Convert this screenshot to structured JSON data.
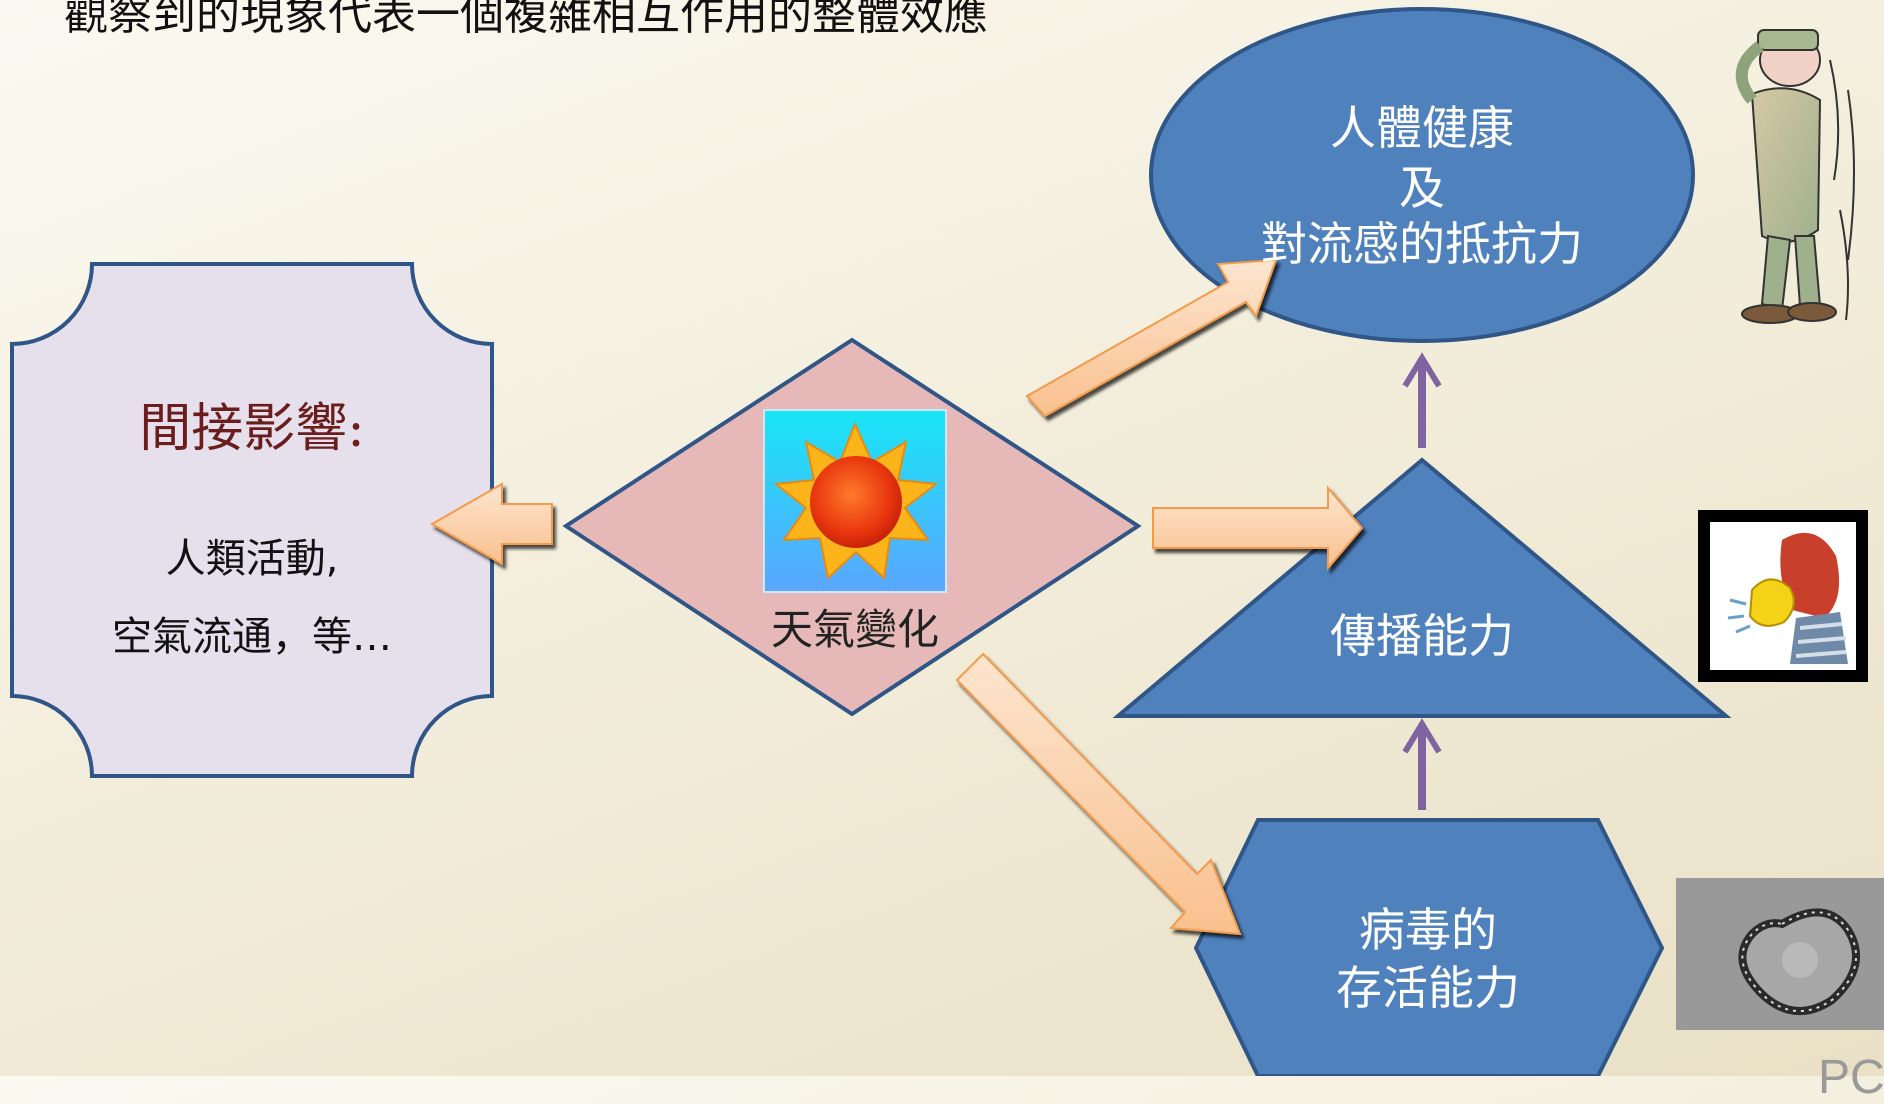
{
  "slide": {
    "top_text": "觀察到的現象代表一個複雜相互作用的整體效應",
    "page_number": "PC"
  },
  "nodes": {
    "indirect": {
      "title": "間接影響:",
      "line1": "人類活動,",
      "line2": "空氣流通，等…"
    },
    "weather": {
      "label": "天氣變化"
    },
    "health": {
      "line1": "人體健康",
      "line2": "及",
      "line3": "對流感的抵抗力"
    },
    "transmission": {
      "label": "傳播能力"
    },
    "virus": {
      "line1": "病毒的",
      "line2": "存活能力"
    }
  },
  "colors": {
    "blue_shape": "#4f81bd",
    "shape_border": "#2f5686",
    "diamond_fill": "#e6b9b8",
    "octagon_fill": "#e6e0ec",
    "orange_arrow": "#fbd5b5",
    "purple_arrow": "#8064a2",
    "title_red": "#6b1d1d"
  },
  "icons": [
    "sun-icon",
    "soldier-cartoon-icon",
    "sneezing-person-icon",
    "virus-micrograph-icon"
  ]
}
